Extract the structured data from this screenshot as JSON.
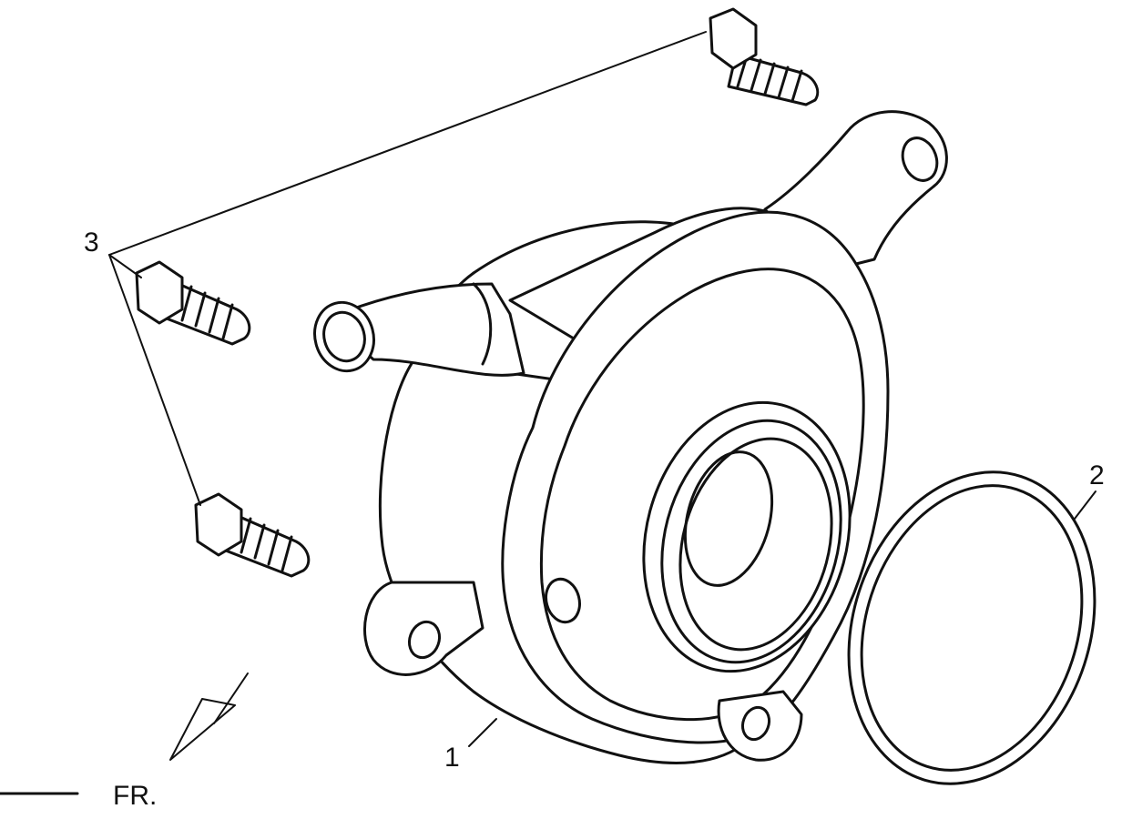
{
  "callouts": {
    "housing": "1",
    "o_ring": "2",
    "bolts": "3"
  },
  "direction": {
    "label": "FR."
  }
}
